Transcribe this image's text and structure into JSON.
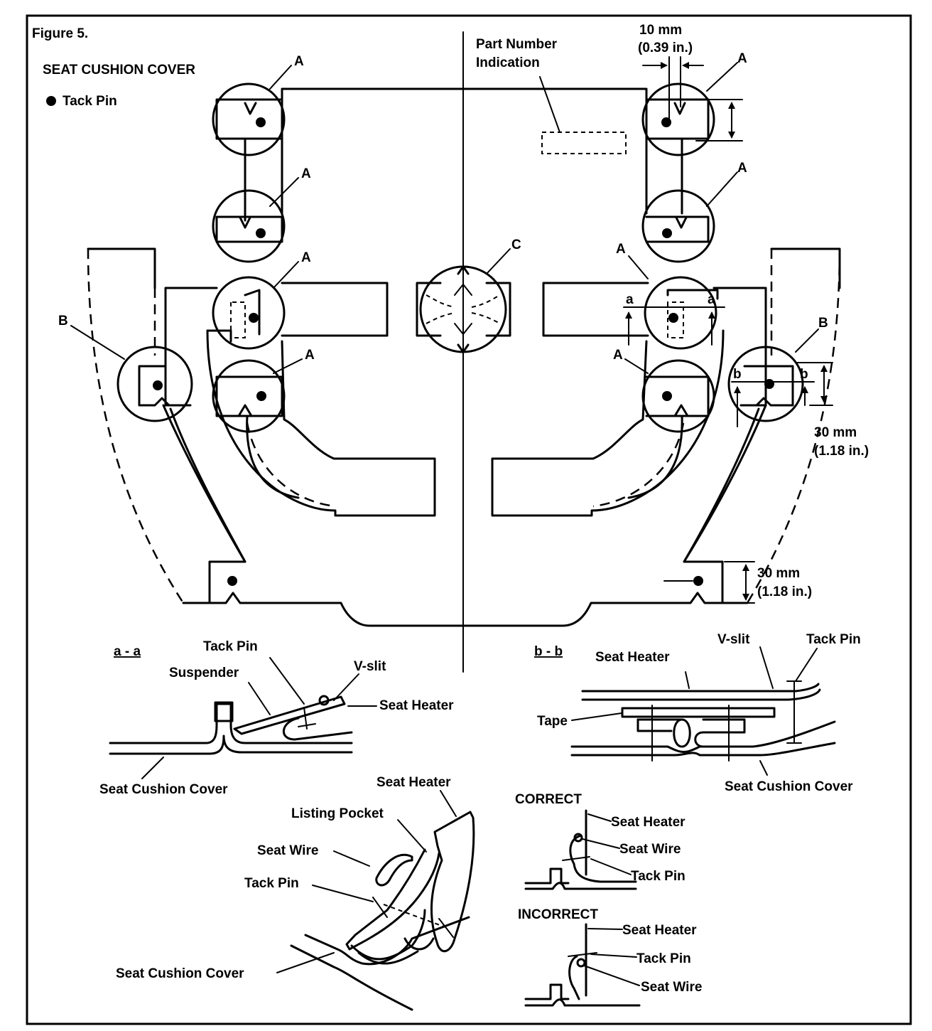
{
  "figure": {
    "title": "Figure 5.",
    "heading": "SEAT CUSHION COVER",
    "legend_tack_pin": "Tack Pin"
  },
  "labels": {
    "part_number": [
      "Part Number",
      "Indication"
    ],
    "callout_a": "A",
    "callout_b": "B",
    "callout_c": "C",
    "section_a": "a",
    "section_b": "b"
  },
  "dimensions": {
    "top_width": [
      "10 mm",
      "(0.39 in.)"
    ],
    "right_b": [
      "30 mm",
      "(1.18 in.)"
    ],
    "bottom_right": [
      "30 mm",
      "(1.18 in.)"
    ]
  },
  "section_aa": {
    "title": "a - a",
    "tack_pin": "Tack Pin",
    "suspender": "Suspender",
    "v_slit": "V-slit",
    "seat_heater": "Seat Heater",
    "seat_cushion_cover": "Seat Cushion Cover"
  },
  "section_bb": {
    "title": "b - b",
    "seat_heater": "Seat Heater",
    "v_slit": "V-slit",
    "tack_pin": "Tack Pin",
    "tape": "Tape",
    "seat_cushion_cover": "Seat Cushion Cover"
  },
  "pocket_detail": {
    "seat_heater": "Seat Heater",
    "listing_pocket": "Listing Pocket",
    "seat_wire": "Seat Wire",
    "tack_pin": "Tack Pin",
    "seat_cushion_cover": "Seat Cushion Cover"
  },
  "correct": {
    "title": "CORRECT",
    "seat_heater": "Seat Heater",
    "seat_wire": "Seat Wire",
    "tack_pin": "Tack Pin"
  },
  "incorrect": {
    "title": "INCORRECT",
    "seat_heater": "Seat Heater",
    "tack_pin": "Tack Pin",
    "seat_wire": "Seat Wire"
  }
}
